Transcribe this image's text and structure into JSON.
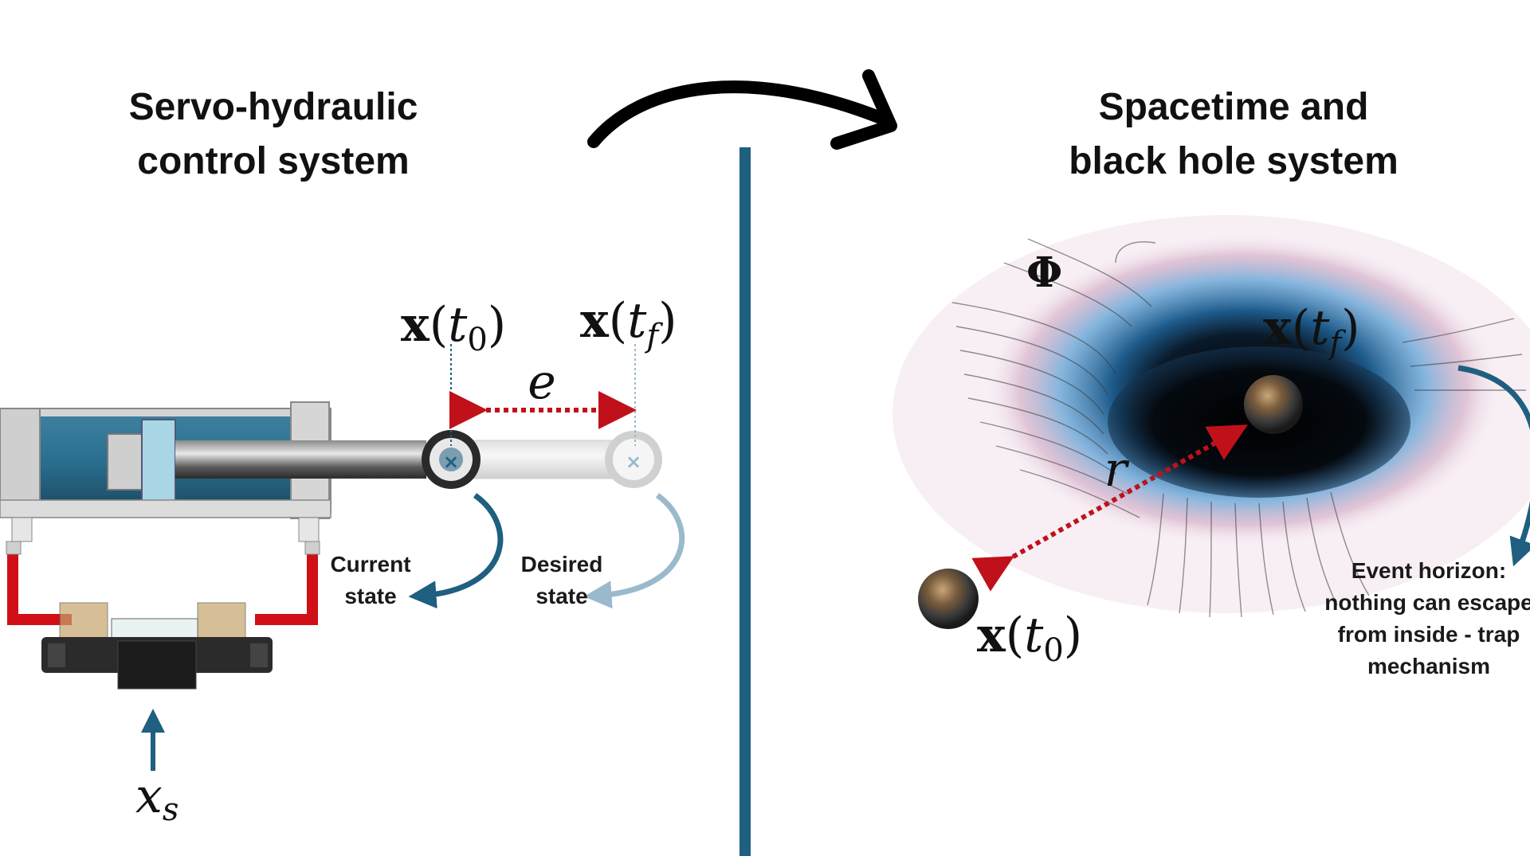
{
  "left_panel": {
    "title_line1": "Servo-hydraulic",
    "title_line2": "control system",
    "x0_label": {
      "main": "x",
      "var": "t",
      "sub": "0"
    },
    "xf_label": {
      "main": "x",
      "var": "t",
      "sub": "f"
    },
    "error_label": "e",
    "current_state_line1": "Current",
    "current_state_line2": "state",
    "desired_state_line1": "Desired",
    "desired_state_line2": "state",
    "input_label": {
      "var": "x",
      "sub": "s"
    }
  },
  "right_panel": {
    "title_line1": "Spacetime and",
    "title_line2": "black hole system",
    "phi_label": "Φ",
    "xf_label": {
      "main": "x",
      "var": "t",
      "sub": "f"
    },
    "x0_label": {
      "main": "x",
      "var": "t",
      "sub": "0"
    },
    "radius_label": "r",
    "event_horizon_lines": [
      "Event horizon:",
      "nothing can escape",
      "from inside -  trap",
      "mechanism"
    ]
  },
  "colors": {
    "divider": "#1f5f80",
    "arrow_blue": "#1f5f80",
    "arrow_light": "#9bb9cc",
    "error_red": "#c0111b",
    "hose_red": "#d10f17",
    "cylinder_blue": "#2a6f8f",
    "piston_light": "#a9d6e5"
  }
}
